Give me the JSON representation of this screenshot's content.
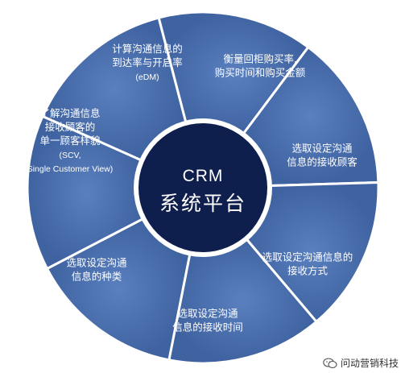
{
  "colors": {
    "segment_fill": "#4f74b2",
    "segment_border": "#ffffff",
    "center_fill": "#0f1f4d",
    "center_ring": "#ffffff"
  },
  "center": {
    "title": "CRM",
    "subtitle": "系统平台"
  },
  "segments": [
    {
      "lines": [
        "计算沟通信息的",
        "到达率与开启率",
        "(eDM)"
      ]
    },
    {
      "lines": [
        "衡量回柜购买率,",
        "购买时间和购买金额"
      ]
    },
    {
      "lines": [
        "选取设定沟通",
        "信息的接收顾客"
      ]
    },
    {
      "lines": [
        "选取设定沟通信息的",
        "接收方式"
      ]
    },
    {
      "lines": [
        "选取设定沟通",
        "信息的接收时间"
      ]
    },
    {
      "lines": [
        "选取设定沟通",
        "信息的种类"
      ]
    },
    {
      "lines": [
        "了解沟通信息",
        "接收顾客的",
        "单一顾客样貌",
        "(SCV,",
        "Single Customer View)"
      ]
    }
  ],
  "watermark": {
    "icon": "wechat-icon",
    "text": "问动营销科技"
  }
}
